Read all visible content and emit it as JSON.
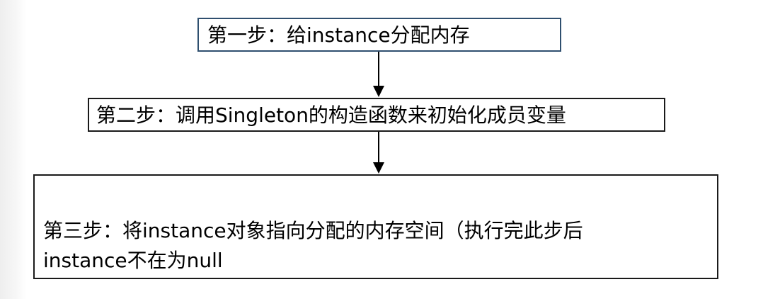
{
  "diagram": {
    "steps": [
      {
        "text": "第一步：给instance分配内存"
      },
      {
        "text": "第二步：调用Singleton的构造函数来初始化成员变量"
      },
      {
        "lines": [
          "第三步：将instance对象指向分配的内存空间（执行完此步后",
          "instance不在为null"
        ]
      }
    ],
    "colors": {
      "step1_border": "#2f4f6f",
      "box_border": "#1a1a1a",
      "arrow": "#000000",
      "background": "#ffffff"
    }
  }
}
